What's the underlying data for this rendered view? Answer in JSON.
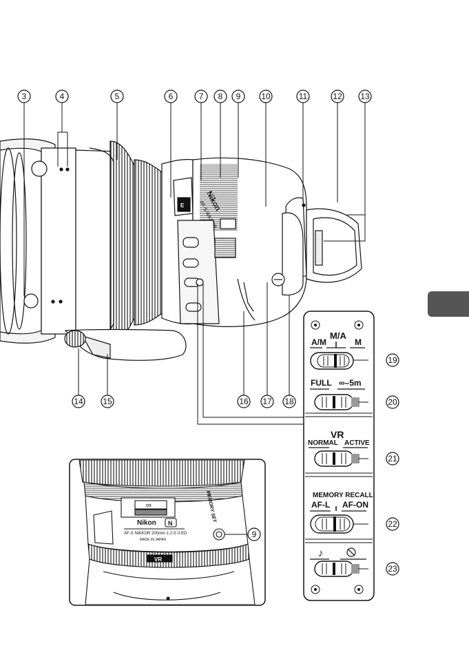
{
  "callouts": {
    "top": [
      {
        "n": "3"
      },
      {
        "n": "4"
      },
      {
        "n": "5"
      },
      {
        "n": "6"
      },
      {
        "n": "7"
      },
      {
        "n": "8"
      },
      {
        "n": "9"
      },
      {
        "n": "10"
      },
      {
        "n": "11"
      },
      {
        "n": "12"
      },
      {
        "n": "13"
      }
    ],
    "bottom": [
      {
        "n": "14"
      },
      {
        "n": "15"
      },
      {
        "n": "16"
      },
      {
        "n": "17"
      },
      {
        "n": "18"
      }
    ],
    "inset": {
      "n": "9"
    },
    "panel": [
      {
        "n": "19"
      },
      {
        "n": "20"
      },
      {
        "n": "21"
      },
      {
        "n": "22"
      },
      {
        "n": "23"
      }
    ]
  },
  "switch_panel": {
    "focus_mode": {
      "left": "A/M",
      "mid": "M/A",
      "right": "M"
    },
    "focus_limit": {
      "left": "FULL",
      "right": "∞–5m"
    },
    "vr": {
      "title": "VR",
      "left": "NORMAL",
      "right": "ACTIVE"
    },
    "memory": {
      "title": "MEMORY RECALL",
      "left": "AF-L",
      "right": "AF-ON"
    },
    "sound": {
      "left": "♪",
      "right": "🔇"
    }
  },
  "lens_labels": {
    "brand": "Nikon",
    "model": "AF-S NIKKOR",
    "e_mark": "E",
    "inset_brand": "Nikon",
    "inset_model": "AF-S NIKKOR 200mm 1:2 G II ED",
    "inset_made": "MADE IN JAPAN",
    "inset_memory": "MEMORY SET",
    "inset_vr": "VR",
    "inset_n": "N",
    "inset_inf": "∞"
  }
}
